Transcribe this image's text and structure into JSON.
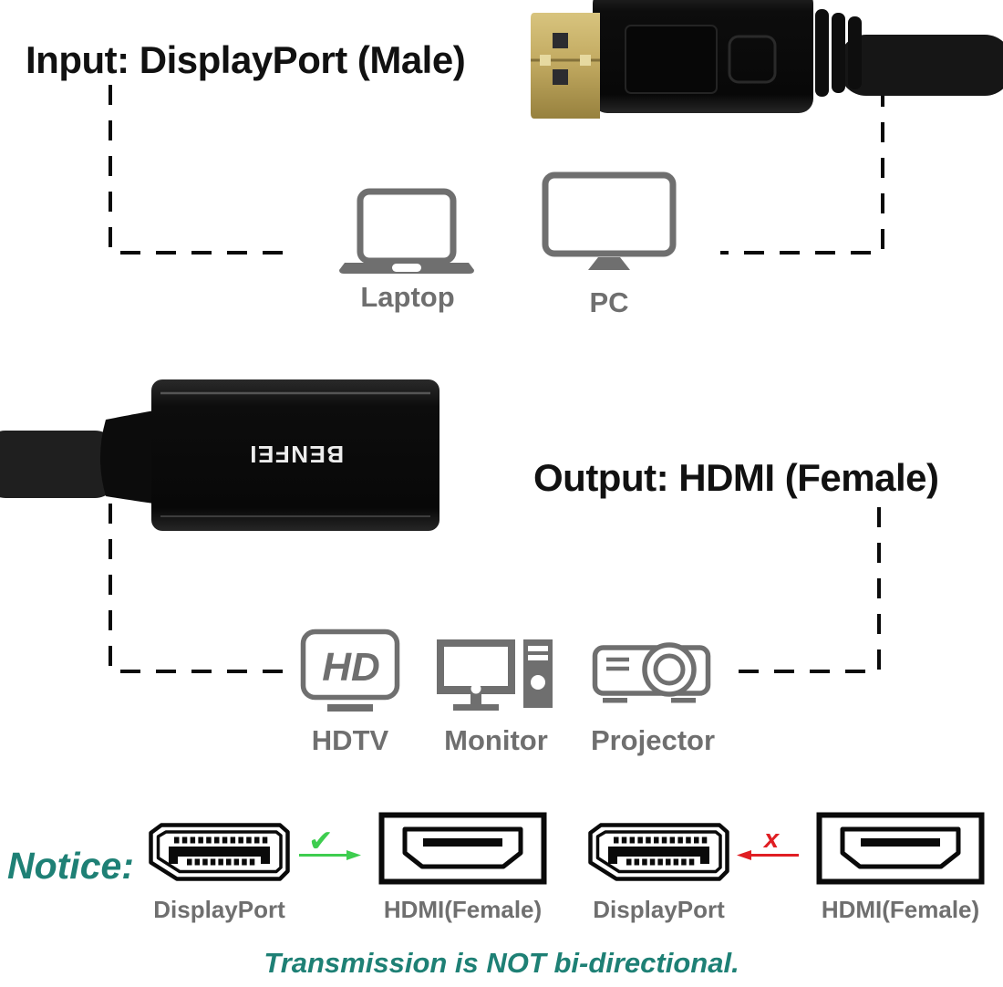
{
  "input": {
    "title": "Input: DisplayPort (Male)",
    "devices": [
      {
        "label": "Laptop"
      },
      {
        "label": "PC"
      }
    ]
  },
  "adapter": {
    "brand": "BENFEI"
  },
  "output": {
    "title": "Output: HDMI (Female)",
    "hd_badge": "HD",
    "devices": [
      {
        "label": "HDTV"
      },
      {
        "label": "Monitor"
      },
      {
        "label": "Projector"
      }
    ]
  },
  "notice": {
    "label": "Notice:",
    "check_glyph": "✔",
    "cross_glyph": "x",
    "ports": [
      {
        "label": "DisplayPort"
      },
      {
        "label": "HDMI(Female)"
      },
      {
        "label": "DisplayPort"
      },
      {
        "label": "HDMI(Female)"
      }
    ],
    "footer": "Transmission is NOT bi-directional."
  },
  "colors": {
    "teal": "#1E8075",
    "icon_gray": "#6F6F6F",
    "green": "#3ECD4F",
    "red": "#E01E23",
    "gold": "#C9B26A",
    "black": "#111111"
  }
}
